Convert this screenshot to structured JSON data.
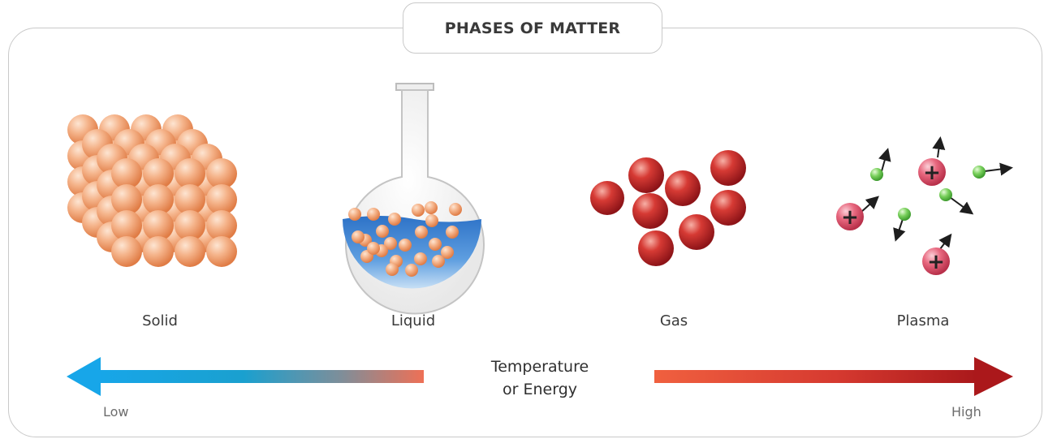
{
  "title": "PHASES OF MATTER",
  "phases": [
    {
      "label": "Solid",
      "icon": "solid-lattice-icon"
    },
    {
      "label": "Liquid",
      "icon": "flask-liquid-icon"
    },
    {
      "label": "Gas",
      "icon": "gas-particles-icon"
    },
    {
      "label": "Plasma",
      "icon": "plasma-ions-icon"
    }
  ],
  "scale": {
    "axis_line1": "Temperature",
    "axis_line2": "or Energy",
    "low": "Low",
    "high": "High"
  },
  "colors": {
    "solid_particle": "#f0a275",
    "liquid": "#4f8fd6",
    "gas_particle": "#c7262b",
    "plasma_ion": "#e0566f",
    "electron": "#5fc44b",
    "arrow_low": "#1aa8e8",
    "arrow_high": "#b21a1c"
  }
}
